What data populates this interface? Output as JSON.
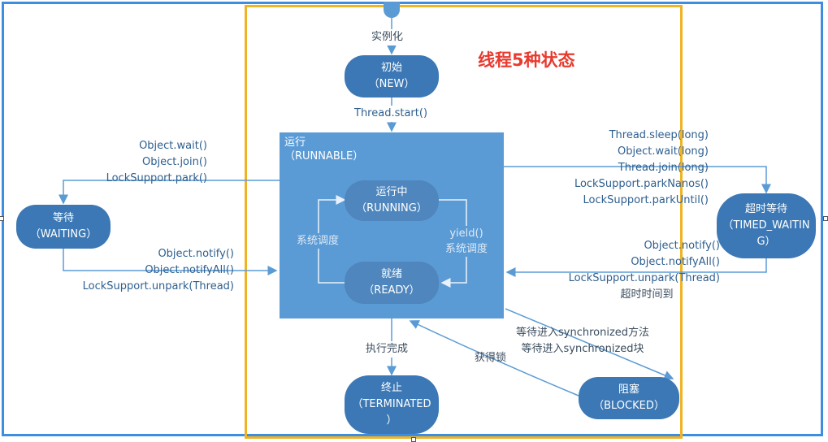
{
  "title": "线程5种状态",
  "states": {
    "new": {
      "line1": "初始",
      "line2": "（NEW）"
    },
    "runnable": {
      "line1": "运行",
      "line2": "（RUNNABLE）"
    },
    "running": {
      "line1": "运行中",
      "line2": "（RUNNING）"
    },
    "ready": {
      "line1": "就绪",
      "line2": "（READY）"
    },
    "waiting": {
      "line1": "等待",
      "line2": "（WAITING）"
    },
    "timed_waiting": {
      "line1": "超时等待",
      "line2": "（TIMED_WAITIN",
      "line3": "G）"
    },
    "terminated": {
      "line1": "终止",
      "line2": "（TERMINATED",
      "line3": "）"
    },
    "blocked": {
      "line1": "阻塞",
      "line2": "（BLOCKED）"
    }
  },
  "transitions": {
    "instantiate": "实例化",
    "start": "Thread.start()",
    "to_waiting": [
      "Object.wait()",
      "Object.join()",
      "LockSupport.park()"
    ],
    "from_waiting": [
      "Object.notify()",
      "Object.notifyAll()",
      "LockSupport.unpark(Thread)"
    ],
    "to_timed": [
      "Thread.sleep(long)",
      "Object.wait(long)",
      "Thread.join(long)",
      "LockSupport.parkNanos()",
      "LockSupport.parkUntil()"
    ],
    "from_timed": [
      "Object.notify()",
      "Object.notifyAll()",
      "LockSupport.unpark(Thread)",
      "超时时间到"
    ],
    "schedule_left": "系统调度",
    "yield_right": [
      "yield()",
      "系统调度"
    ],
    "complete": "执行完成",
    "to_blocked": [
      "等待进入synchronized方法",
      "等待进入synchronized块"
    ],
    "acquire_lock": "获得锁"
  }
}
